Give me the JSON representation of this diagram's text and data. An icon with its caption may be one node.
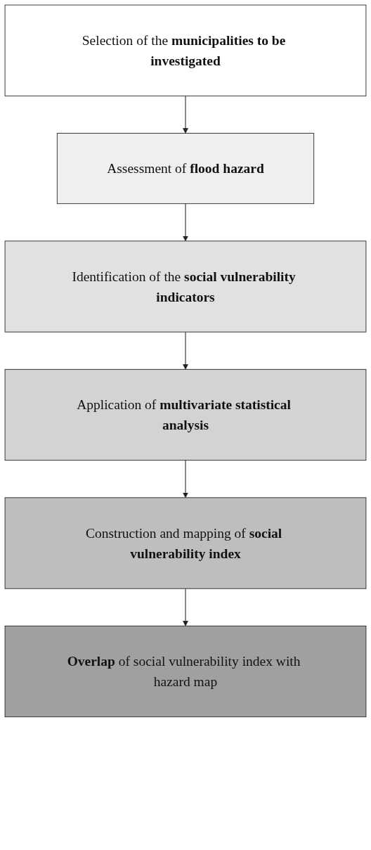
{
  "diagram": {
    "nodes": [
      {
        "text": [
          "Selection of the **municipalities to be investigated**"
        ]
      },
      {
        "text": [
          "Assessment of **flood hazard**"
        ]
      },
      {
        "text": [
          "Identification of the **social vulnerability indicators**"
        ]
      },
      {
        "text": [
          "Application of **multivariate statistical analysis**"
        ]
      },
      {
        "text": [
          "Construction and mapping of **social vulnerability index**"
        ]
      },
      {
        "text": [
          "**Overlap** of social vulnerability index with hazard map"
        ]
      }
    ],
    "edges": [
      {
        "from": 0,
        "to": 1,
        "arrow": "to"
      },
      {
        "from": 1,
        "to": 2,
        "arrow": "to"
      },
      {
        "from": 2,
        "to": 3,
        "arrow": "to"
      },
      {
        "from": 3,
        "to": 4,
        "arrow": "to"
      },
      {
        "from": 4,
        "to": 5,
        "arrow": "to"
      }
    ]
  }
}
